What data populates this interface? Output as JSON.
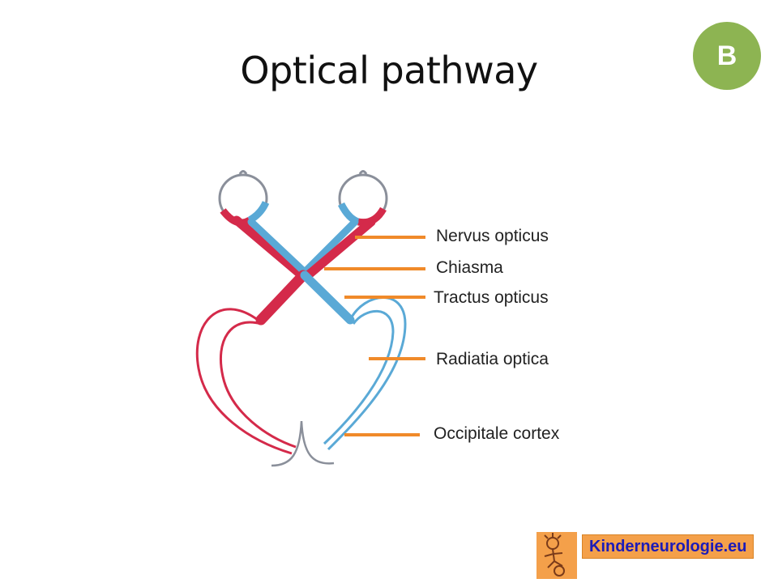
{
  "slide": {
    "title": "Optical pathway",
    "badge": "B"
  },
  "diagram": {
    "labels": {
      "nervus_opticus": "Nervus opticus",
      "chiasma": "Chiasma",
      "tractus_opticus": "Tractus opticus",
      "radiatia_optica": "Radiatia optica",
      "occipitale_cortex": "Occipitale cortex"
    },
    "colors": {
      "left_pathway": "#d42a4a",
      "right_pathway": "#5aa9d6",
      "leader_lines": "#f08a2a",
      "outline": "#8a8f9a"
    }
  },
  "footer": {
    "brand": "Kinderneurologie.eu",
    "logo_icon": "child-drawing-logo-icon",
    "brand_color": "#f4a04a"
  }
}
